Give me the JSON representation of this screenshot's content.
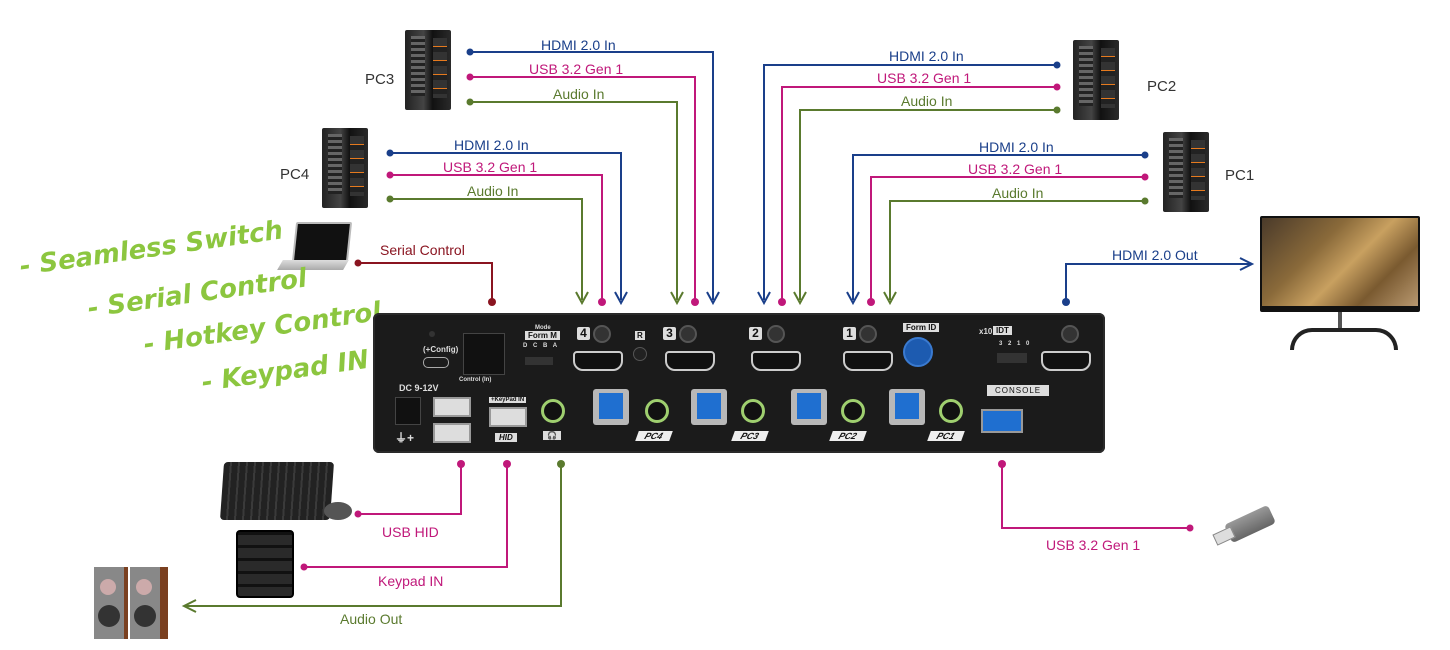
{
  "title": "4-Port KVM Switch Connection Diagram",
  "colors": {
    "hdmi": "#1a3f8a",
    "usb": "#c0187a",
    "audio": "#5a7a2e",
    "serial": "#8a1420",
    "feature_text": "#8cc63f"
  },
  "features": [
    "- Seamless Switch",
    "- Serial Control",
    "- Hotkey Control",
    "- Keypad IN"
  ],
  "pcs": [
    {
      "name": "PC1",
      "hdmi": "HDMI 2.0 In",
      "usb": "USB 3.2 Gen 1",
      "audio": "Audio In"
    },
    {
      "name": "PC2",
      "hdmi": "HDMI 2.0 In",
      "usb": "USB 3.2 Gen 1",
      "audio": "Audio In"
    },
    {
      "name": "PC3",
      "hdmi": "HDMI 2.0 In",
      "usb": "USB 3.2 Gen 1",
      "audio": "Audio In"
    },
    {
      "name": "PC4",
      "hdmi": "HDMI 2.0 In",
      "usb": "USB 3.2 Gen 1",
      "audio": "Audio In"
    }
  ],
  "connections": {
    "serial": "Serial Control",
    "hdmi_out": "HDMI 2.0 Out",
    "usb_hid": "USB HID",
    "keypad": "Keypad IN",
    "audio_out": "Audio Out",
    "usb_storage": "USB 3.2 Gen 1"
  },
  "device_panel": {
    "dc": "DC 9-12V",
    "config": "(+Config)",
    "control": "Control (In)",
    "mode": "Mode",
    "form_m": "Form M",
    "form_id": "Form ID",
    "dip_labels": "D C B A",
    "id_labels": "3 2 1 0",
    "x10": "x10",
    "idt": "IDT",
    "keypad_in": "+KeyPad IN",
    "hid": "HID",
    "reset": "R",
    "console": "CONSOLE",
    "port_nums": [
      "4",
      "3",
      "2",
      "1"
    ],
    "pc_badges": [
      "PC4",
      "PC3",
      "PC2",
      "PC1"
    ]
  }
}
